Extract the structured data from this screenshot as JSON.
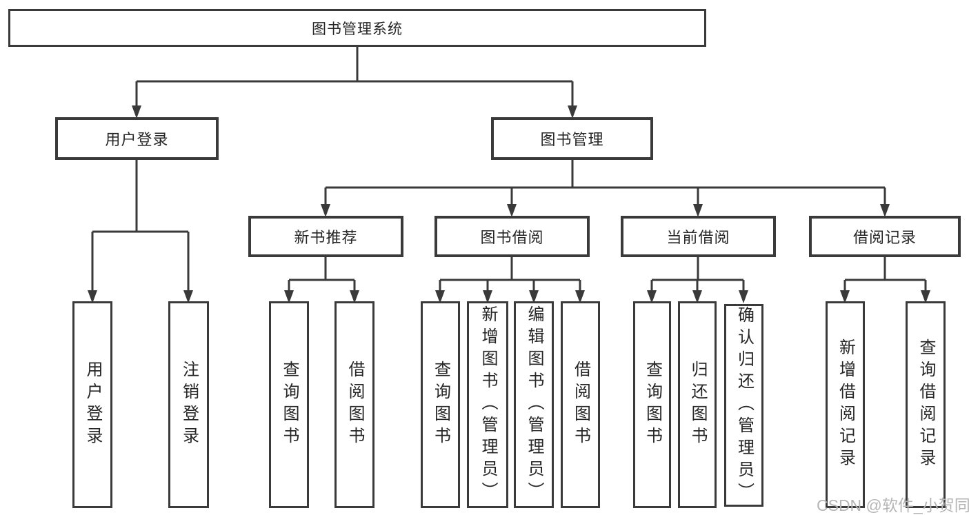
{
  "title": "图书管理系统",
  "watermark": "CSDN @软件_小贺同学",
  "colors": {
    "line": "#3a3a3a",
    "text": "#262626",
    "background": "#ffffff",
    "watermark": "#b5b5b5"
  },
  "chart_type": "hierarchy-diagram",
  "tree": {
    "label": "图书管理系统",
    "children": [
      {
        "label": "用户登录",
        "children": [
          {
            "label": "用户登录"
          },
          {
            "label": "注销登录"
          }
        ]
      },
      {
        "label": "图书管理",
        "children": [
          {
            "label": "新书推荐",
            "children": [
              {
                "label": "查询图书"
              },
              {
                "label": "借阅图书"
              }
            ]
          },
          {
            "label": "图书借阅",
            "children": [
              {
                "label": "查询图书"
              },
              {
                "label": "新增图书（管理员）"
              },
              {
                "label": "编辑图书（管理员）"
              },
              {
                "label": "借阅图书"
              }
            ]
          },
          {
            "label": "当前借阅",
            "children": [
              {
                "label": "查询图书"
              },
              {
                "label": "归还图书"
              },
              {
                "label": "确认归还（管理员）"
              }
            ]
          },
          {
            "label": "借阅记录",
            "children": [
              {
                "label": "新增借阅记录"
              },
              {
                "label": "查询借阅记录"
              }
            ]
          }
        ]
      }
    ]
  }
}
